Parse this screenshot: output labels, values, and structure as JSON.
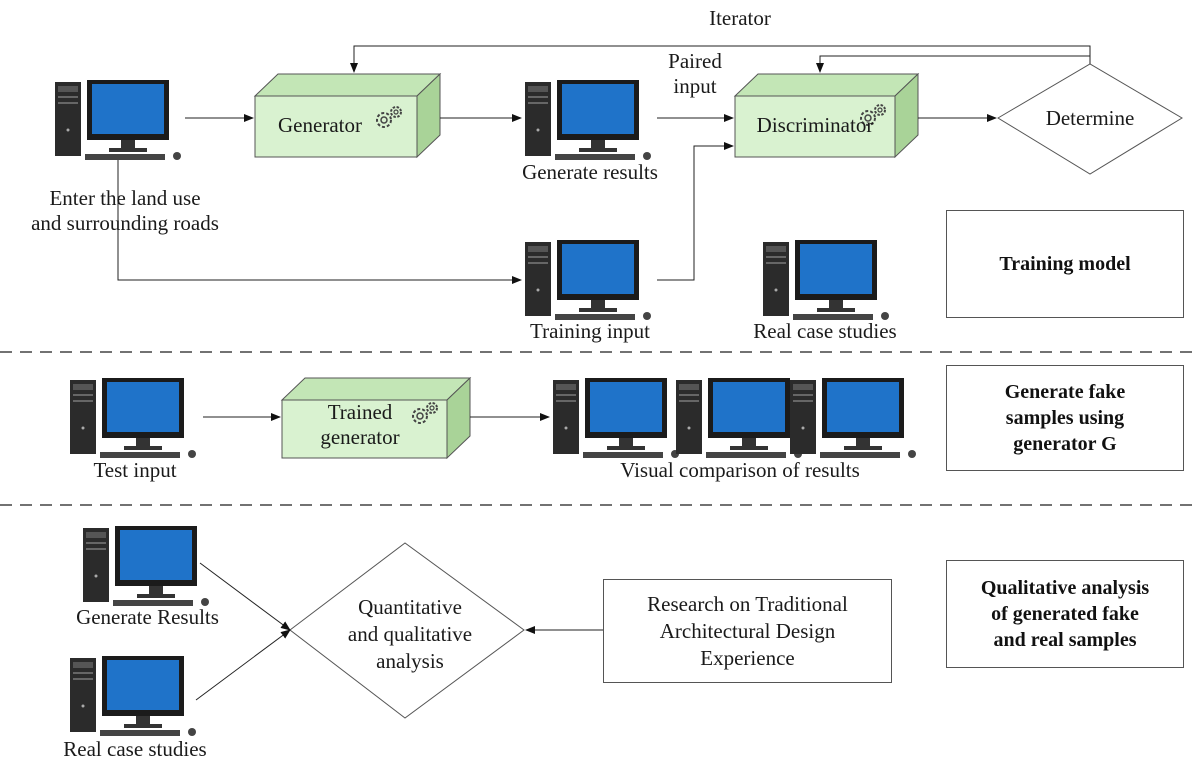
{
  "labels": {
    "iterator": "Iterator",
    "paired_input": "Paired\ninput",
    "generator": "Generator",
    "discriminator": "Discriminator",
    "determine": "Determine",
    "enter_land_use": "Enter the land use\nand surrounding roads",
    "generate_results_top": "Generate results",
    "training_input": "Training input",
    "real_case_studies_top": "Real case studies",
    "trained_generator": "Trained\ngenerator",
    "test_input": "Test input",
    "visual_comparison": "Visual comparison of results",
    "generate_results_bottom": "Generate Results",
    "real_case_studies_bottom": "Real case studies",
    "quant_qual": "Quantitative\nand qualitative\nanalysis",
    "research": "Research on Traditional\nArchitectural Design\nExperience"
  },
  "sections": {
    "training_model": "Training model",
    "generate_fake": "Generate fake\nsamples using\ngenerator G",
    "qualitative": "Qualitative analysis\nof generated fake\nand real samples"
  },
  "colors": {
    "box_front": "#d9f2d0",
    "box_top": "#c3e6b6",
    "box_side": "#a9d398",
    "monitor_screen": "#1f73c9",
    "tower": "#2b2b2b"
  }
}
